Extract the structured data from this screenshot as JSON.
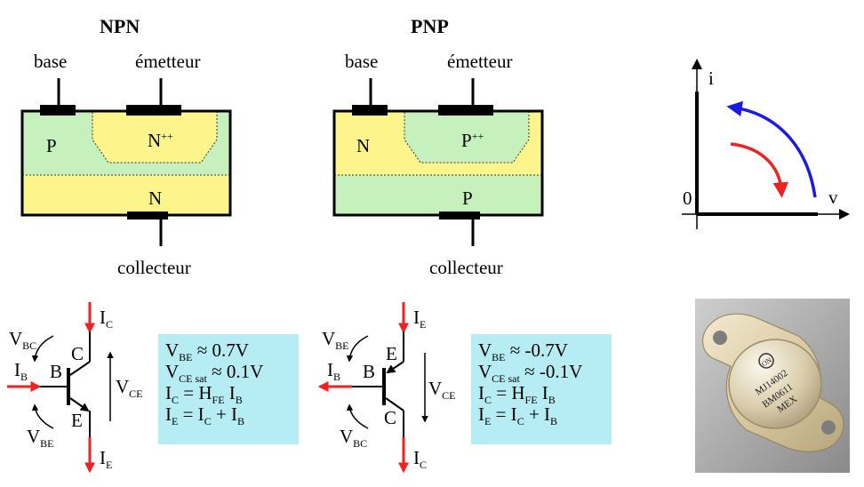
{
  "npn": {
    "title": "NPN",
    "base": "base",
    "emitter": "émetteur",
    "collector": "collecteur",
    "region_p": "P",
    "region_npp": "N",
    "region_npp_sup": "++",
    "region_n": "N",
    "current_c": "I",
    "current_c_sub": "C",
    "current_b": "I",
    "current_b_sub": "B",
    "current_e": "I",
    "current_e_sub": "E",
    "v_bc": "V",
    "v_bc_sub": "BC",
    "v_be": "V",
    "v_be_sub": "BE",
    "v_ce": "V",
    "v_ce_sub": "CE",
    "pin_c": "C",
    "pin_b": "B",
    "pin_e": "E",
    "eq": [
      {
        "a": "V",
        "s": "BE",
        "b": " ≈ 0.7V"
      },
      {
        "a": "V",
        "s": "CE sat",
        "b": " ≈ 0.1V"
      },
      {
        "a": "I",
        "s": "C",
        "b": " = H",
        "s2": "FE",
        "c": " I",
        "s3": "B"
      },
      {
        "a": "I",
        "s": "E",
        "b": " = I",
        "s2": "C",
        "c": " + I",
        "s3": "B"
      }
    ]
  },
  "pnp": {
    "title": "PNP",
    "base": "base",
    "emitter": "émetteur",
    "collector": "collecteur",
    "region_n": "N",
    "region_ppp": "P",
    "region_ppp_sup": "++",
    "region_p": "P",
    "current_e": "I",
    "current_e_sub": "E",
    "current_b": "I",
    "current_b_sub": "B",
    "current_c": "I",
    "current_c_sub": "C",
    "v_be": "V",
    "v_be_sub": "BE",
    "v_bc": "V",
    "v_bc_sub": "BC",
    "v_ce": "V",
    "v_ce_sub": "CE",
    "pin_e": "E",
    "pin_b": "B",
    "pin_c": "C",
    "eq": [
      {
        "a": "V",
        "s": "BE",
        "b": " ≈ -0.7V"
      },
      {
        "a": "V",
        "s": "CE sat",
        "b": " ≈ -0.1V"
      },
      {
        "a": "I",
        "s": "C",
        "b": " = H",
        "s2": "FE",
        "c": " I",
        "s3": "B"
      },
      {
        "a": "I",
        "s": "E",
        "b": " = I",
        "s2": "C",
        "c": " + I",
        "s3": "B"
      }
    ]
  },
  "graph": {
    "y_label": "i",
    "x_label": "v",
    "origin": "0"
  },
  "photo": {
    "marking_line1": "MJ14002",
    "marking_line2": "BM0611",
    "marking_line3": "MEX",
    "logo": "ON"
  },
  "colors": {
    "p_region": "#c6f0bc",
    "n_region": "#fdf58c",
    "eq_box": "#b6ecf4",
    "current_arrow": "#ee2222",
    "blue_arrow": "#1a1ae6"
  }
}
